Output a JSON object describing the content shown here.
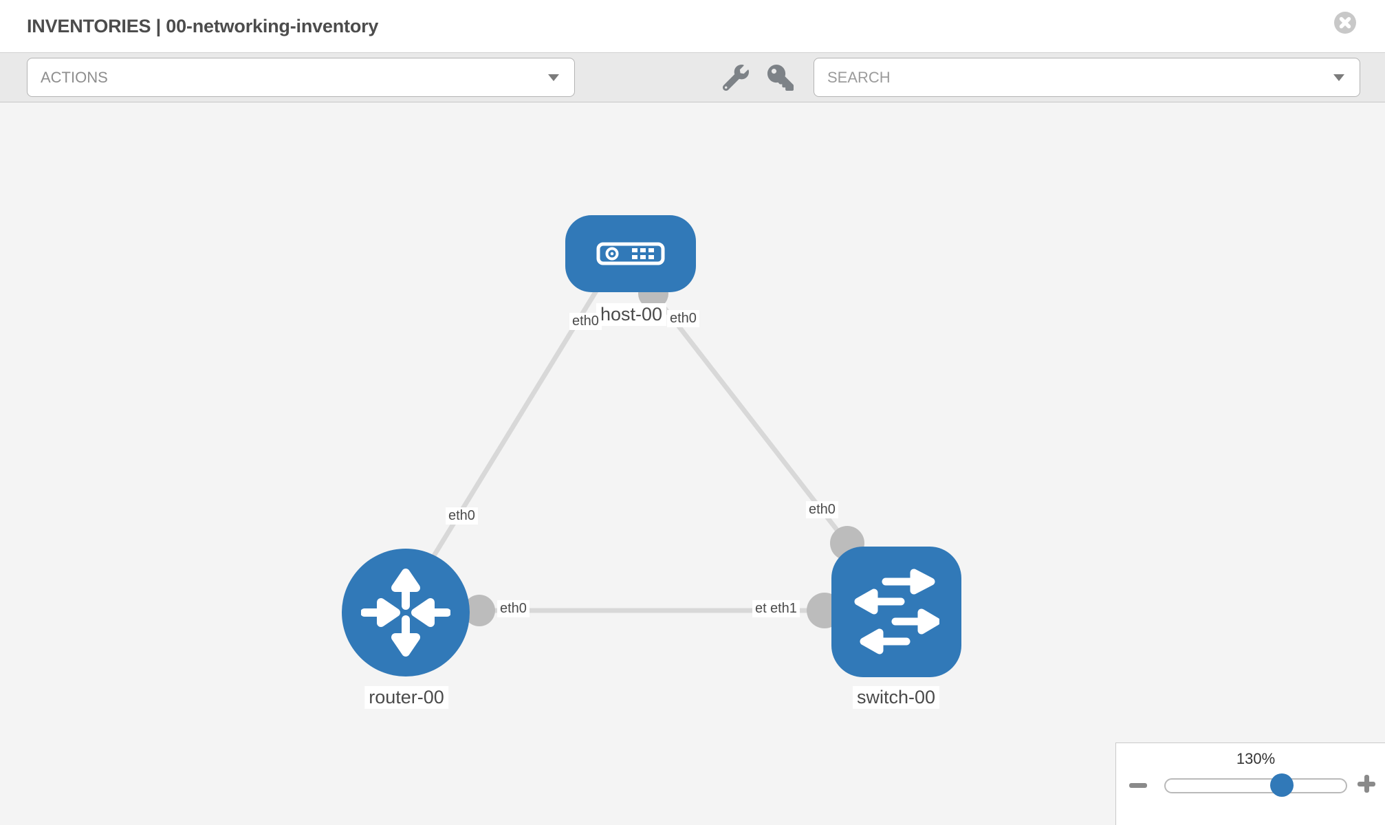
{
  "header": {
    "title": "INVENTORIES | 00-networking-inventory",
    "close_icon": "close-x-circle"
  },
  "toolbar": {
    "actions_label": "ACTIONS",
    "search_placeholder": "SEARCH",
    "icons": [
      "wrench",
      "key"
    ]
  },
  "topology": {
    "nodes": [
      {
        "label": "host-00",
        "type": "host"
      },
      {
        "label": "router-00",
        "type": "router"
      },
      {
        "label": "switch-00",
        "type": "switch"
      }
    ],
    "links": [
      {
        "from": "host-00",
        "to": "router-00"
      },
      {
        "from": "host-00",
        "to": "switch-00"
      },
      {
        "from": "router-00",
        "to": "switch-00"
      }
    ],
    "interface_labels": [
      {
        "text": "eth0",
        "near": "host-00 bottom-left"
      },
      {
        "text": "eth0",
        "near": "host-00 bottom-right"
      },
      {
        "text": "eth0",
        "near": "router-00 to host-00 link"
      },
      {
        "text": "eth0",
        "near": "switch-00 to host-00 link"
      },
      {
        "text": "eth0",
        "near": "router-00 right"
      },
      {
        "text": "eth0",
        "near": "switch-00 left, partially covered"
      },
      {
        "text": "eth1",
        "near": "switch-00 left"
      }
    ]
  },
  "zoom_control": {
    "level": "130%",
    "minus_icon": "minus",
    "plus_icon": "plus"
  },
  "colors": {
    "node_blue": "#3179b8",
    "link_gray": "#d8d8d8",
    "endpoint_gray": "#bcbcbc",
    "toolbar_bg": "#e9e9e9",
    "canvas_bg": "#f4f4f4",
    "text_dark": "#4a4a4a",
    "control_text": "#8e8e8e",
    "icon_gray": "#7d8287"
  }
}
